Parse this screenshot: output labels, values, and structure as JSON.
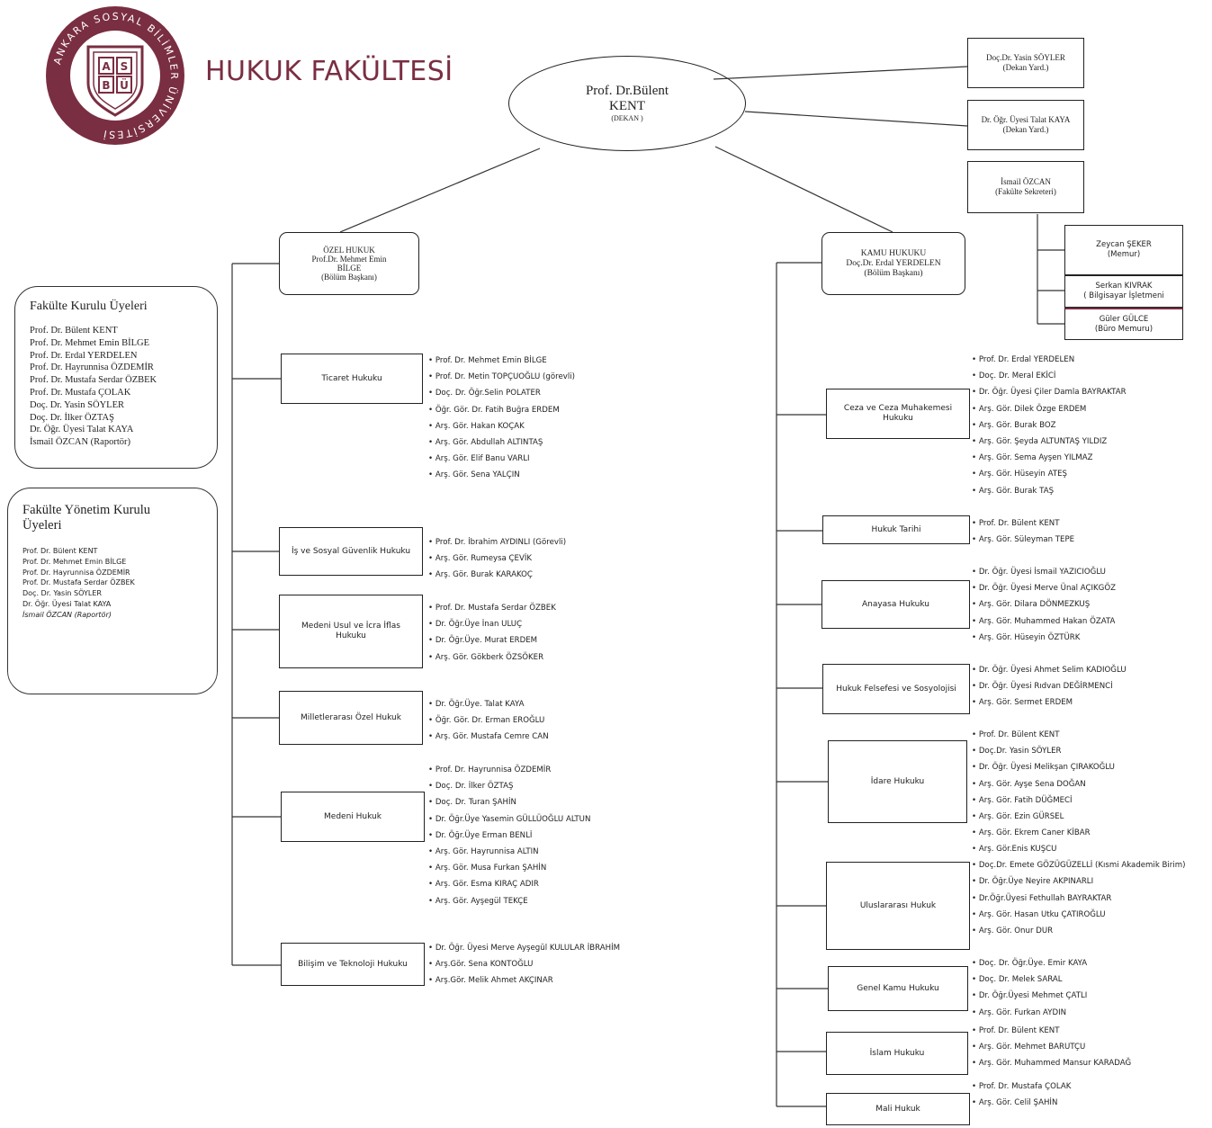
{
  "header": {
    "title": "HUKUK FAKÜLTESİ",
    "logo": {
      "ring_text": "ANKARA SOSYAL BİLİMLER ÜNİVERSİTESİ",
      "letters": [
        "A",
        "S",
        "B",
        "Ü"
      ]
    },
    "accent": "#7a2e42"
  },
  "dean": {
    "name_l1": "Prof. Dr.Bülent",
    "name_l2": "KENT",
    "role": "(DEKAN )"
  },
  "deputies": [
    {
      "name": "Doç.Dr. Yasin SÖYLER",
      "role": "(Dekan Yard.)"
    },
    {
      "name": "Dr. Öğr. Üyesi Talat KAYA",
      "role": "(Dekan Yard.)"
    },
    {
      "name": "İsmail ÖZCAN",
      "role": "(Fakülte Sekreteri)"
    }
  ],
  "staff": [
    {
      "name": "Zeycan ŞEKER",
      "role": "(Memur)"
    },
    {
      "name": "Serkan KIVRAK",
      "role": "( Bilgisayar İşletmeni"
    },
    {
      "name": "Güler GÜLCE",
      "role": "(Büro Memuru)"
    }
  ],
  "branches": {
    "ozel": {
      "l1": "ÖZEL HUKUK",
      "l2": "Prof.Dr. Mehmet Emin",
      "l3": "BİLGE",
      "l4": "(Bölüm Başkanı)"
    },
    "kamu": {
      "l1": "KAMU HUKUKU",
      "l2": "Doç.Dr. Erdal YERDELEN",
      "l3": "(Bölüm Başkanı)"
    }
  },
  "faculty_board": {
    "title": "Fakülte Kurulu Üyeleri",
    "members": [
      "Prof. Dr. Bülent KENT",
      "Prof. Dr. Mehmet Emin BİLGE",
      "Prof. Dr. Erdal YERDELEN",
      "Prof. Dr. Hayrunnisa ÖZDEMİR",
      "Prof. Dr. Mustafa Serdar ÖZBEK",
      "Prof. Dr. Mustafa ÇOLAK",
      "Doç. Dr. Yasin SÖYLER",
      "Doç. Dr. İlker ÖZTAŞ",
      "Dr. Öğr. Üyesi Talat KAYA",
      "İsmail ÖZCAN (Raportör)"
    ]
  },
  "exec_board": {
    "title_l1": "Fakülte Yönetim Kurulu",
    "title_l2": "Üyeleri",
    "members": [
      "Prof. Dr. Bülent KENT",
      "Prof. Dr. Mehmet Emin BİLGE",
      "Prof. Dr. Hayrunnisa ÖZDEMİR",
      "Prof. Dr. Mustafa Serdar ÖZBEK",
      "Doç. Dr. Yasin SÖYLER",
      "Dr. Öğr. Üyesi Talat KAYA",
      "İsmail ÖZCAN (Raportör)"
    ]
  },
  "ozel_depts": [
    {
      "name": "Ticaret Hukuku",
      "members": [
        "Prof. Dr. Mehmet Emin BİLGE",
        "Prof. Dr. Metin TOPÇUOĞLU (görevli)",
        "Doç. Dr. Öğr.Selin POLATER",
        "Öğr. Gör. Dr. Fatih Buğra ERDEM",
        "Arş. Gör. Hakan KOÇAK",
        "Arş. Gör. Abdullah ALTINTAŞ",
        "Arş. Gör. Elif Banu VARLI",
        "Arş. Gör. Sena YALÇIN"
      ]
    },
    {
      "name": "İş ve Sosyal Güvenlik Hukuku",
      "members": [
        "Prof. Dr. İbrahim AYDINLI (Görevli)",
        "Arş. Gör. Rumeysa ÇEVİK",
        "Arş. Gör. Burak KARAKOÇ"
      ]
    },
    {
      "name_l1": "Medeni Usul ve İcra İflas",
      "name_l2": "Hukuku",
      "members": [
        "Prof. Dr. Mustafa Serdar ÖZBEK",
        "Dr. Öğr.Üye İnan ULUÇ",
        "Dr. Öğr.Üye. Murat ERDEM",
        "Arş. Gör. Gökberk ÖZSÖKER"
      ]
    },
    {
      "name": "Milletlerarası Özel Hukuk",
      "members": [
        "Dr. Öğr.Üye. Talat KAYA",
        "Öğr. Gör. Dr. Erman EROĞLU",
        "Arş. Gör. Mustafa Cemre CAN"
      ]
    },
    {
      "name": "Medeni Hukuk",
      "members": [
        "Prof. Dr. Hayrunnisa ÖZDEMİR",
        "Doç. Dr. İlker ÖZTAŞ",
        "Doç. Dr. Turan ŞAHİN",
        "Dr. Öğr.Üye Yasemin GÜLLÜOĞLU ALTUN",
        "Dr. Öğr.Üye Erman BENLİ",
        "Arş. Gör. Hayrunnisa ALTIN",
        "Arş. Gör. Musa Furkan ŞAHİN",
        "Arş. Gör. Esma KIRAÇ ADIR",
        "Arş. Gör. Ayşegül TEKÇE"
      ]
    },
    {
      "name": "Bilişim ve Teknoloji Hukuku",
      "members": [
        "Dr. Öğr. Üyesi Merve Ayşegül KULULAR İBRAHİM",
        "Arş.Gör. Sena KONTOĞLU",
        "Arş.Gör. Melik Ahmet AKÇINAR"
      ]
    }
  ],
  "kamu_depts": [
    {
      "name_l1": "Ceza ve Ceza Muhakemesi",
      "name_l2": "Hukuku",
      "members": [
        "Prof. Dr. Erdal YERDELEN",
        "Doç. Dr. Meral EKİCİ",
        "Dr. Öğr. Üyesi Çiler Damla BAYRAKTAR",
        "Arş. Gör. Dilek Özge ERDEM",
        "Arş. Gör. Burak BOZ",
        "Arş. Gör. Şeyda ALTUNTAŞ YILDIZ",
        "Arş. Gör. Sema Ayşen YILMAZ",
        "Arş. Gör. Hüseyin ATEŞ",
        "Arş. Gör. Burak TAŞ"
      ]
    },
    {
      "name": "Hukuk Tarihi",
      "members": [
        "Prof. Dr. Bülent KENT",
        "Arş. Gör. Süleyman TEPE"
      ]
    },
    {
      "name": "Anayasa Hukuku",
      "members": [
        "Dr. Öğr. Üyesi İsmail YAZICIOĞLU",
        "Dr. Öğr. Üyesi Merve Ünal AÇIKGÖZ",
        "Arş. Gör. Dilara DÖNMEZKUŞ",
        "Arş. Gör. Muhammed Hakan ÖZATA",
        "Arş. Gör. Hüseyin ÖZTÜRK"
      ]
    },
    {
      "name": "Hukuk Felsefesi ve Sosyolojisi",
      "members": [
        "Dr. Öğr. Üyesi Ahmet Selim KADIOĞLU",
        "Dr. Öğr. Üyesi Rıdvan DEĞİRMENCİ",
        "Arş. Gör. Sermet ERDEM"
      ]
    },
    {
      "name": "İdare Hukuku",
      "members": [
        "Prof. Dr. Bülent KENT",
        "Doç.Dr. Yasin SÖYLER",
        "Dr. Öğr. Üyesi Melikşan ÇIRAKOĞLU",
        "Arş. Gör. Ayşe Sena DOĞAN",
        "Arş. Gör. Fatih DÜĞMECİ",
        "Arş. Gör. Ezin GÜRSEL",
        "Arş. Gör. Ekrem Caner KİBAR"
      ]
    },
    {
      "name": "Uluslararası Hukuk",
      "members": [
        "Arş. Gör.Enis KUŞCU",
        "Doç.Dr. Emete GÖZÜGÜZELLİ (Kısmi Akademik Birim)",
        "Dr. Öğr.Üye Neyire AKPINARLI",
        "Dr.Öğr.Üyesi Fethullah BAYRAKTAR",
        "Arş. Gör. Hasan Utku ÇATIROĞLU",
        "Arş. Gör. Onur DUR"
      ]
    },
    {
      "name": "Genel Kamu Hukuku",
      "members": [
        "Doç. Dr. Öğr.Üye. Emir KAYA",
        "Doç. Dr. Melek SARAL",
        "Dr. Öğr.Üyesi Mehmet ÇATLI",
        "Arş. Gör. Furkan AYDIN"
      ]
    },
    {
      "name": "İslam Hukuku",
      "members": [
        "Prof. Dr. Bülent KENT",
        "Arş. Gör. Mehmet BARUTÇU",
        "Arş. Gör. Muhammed Mansur KARADAĞ"
      ]
    },
    {
      "name": "Mali Hukuk",
      "members": [
        "Prof. Dr. Mustafa ÇOLAK",
        "Arş. Gör. Celil ŞAHİN"
      ]
    }
  ]
}
